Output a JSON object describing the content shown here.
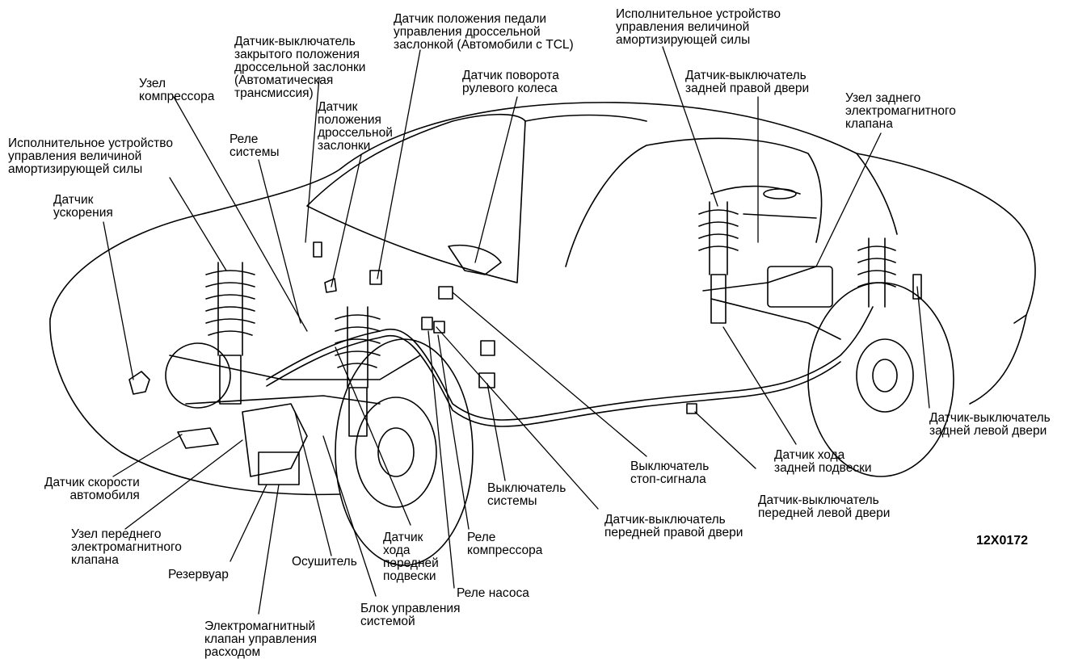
{
  "figure_code": "12X0172",
  "labels": {
    "pedal_sensor": "Датчик положения педали\nуправления дроссельной\nзаслонкой (Автомобили с TCL)",
    "rear_actuator": "Исполнительное устройство\nуправления величиной\nамортизирующей силы",
    "closed_throttle_switch": "Датчик-выключатель\nзакрытого положения\nдроссельной заслонки\n(Автоматическая\nтрансмиссия)",
    "compressor_unit": "Узел\nкомпрессора",
    "throttle_position_sensor": "Датчик\nположения\nдроссельной\nзаслонки",
    "system_relay": "Реле\nсистемы",
    "steering_sensor": "Датчик поворота\nрулевого колеса",
    "rear_right_door": "Датчик-выключатель\nзадней правой двери",
    "rear_solenoid_unit": "Узел заднего\nэлектромагнитного\nклапана",
    "front_actuator": "Исполнительное устройство\nуправления величиной\nамортизирующей силы",
    "accel_sensor": "Датчик\nускорения",
    "rear_left_door": "Датчик-выключатель\nзадней левой двери",
    "rear_height_sensor": "Датчик хода\nзадней подвески",
    "front_left_door": "Датчик-выключатель\nпередней левой двери",
    "stop_lamp_switch": "Выключатель\nстоп-сигнала",
    "front_right_door": "Датчик-выключатель\nпередней правой двери",
    "system_switch": "Выключатель\nсистемы",
    "vehicle_speed": "Датчик скорости\nавтомобиля",
    "front_solenoid_unit": "Узел переднего\nэлектромагнитного\nклапана",
    "reservoir": "Резервуар",
    "dryer": "Осушитель",
    "front_height_sensor": "Датчик\nхода\nпередней\nподвески",
    "compressor_relay": "Реле\nкомпрессора",
    "pump_relay": "Реле насоса",
    "control_unit": "Блок управления\nсистемой",
    "flow_solenoid": "Электромагнитный\nклапан управления\nрасходом"
  }
}
